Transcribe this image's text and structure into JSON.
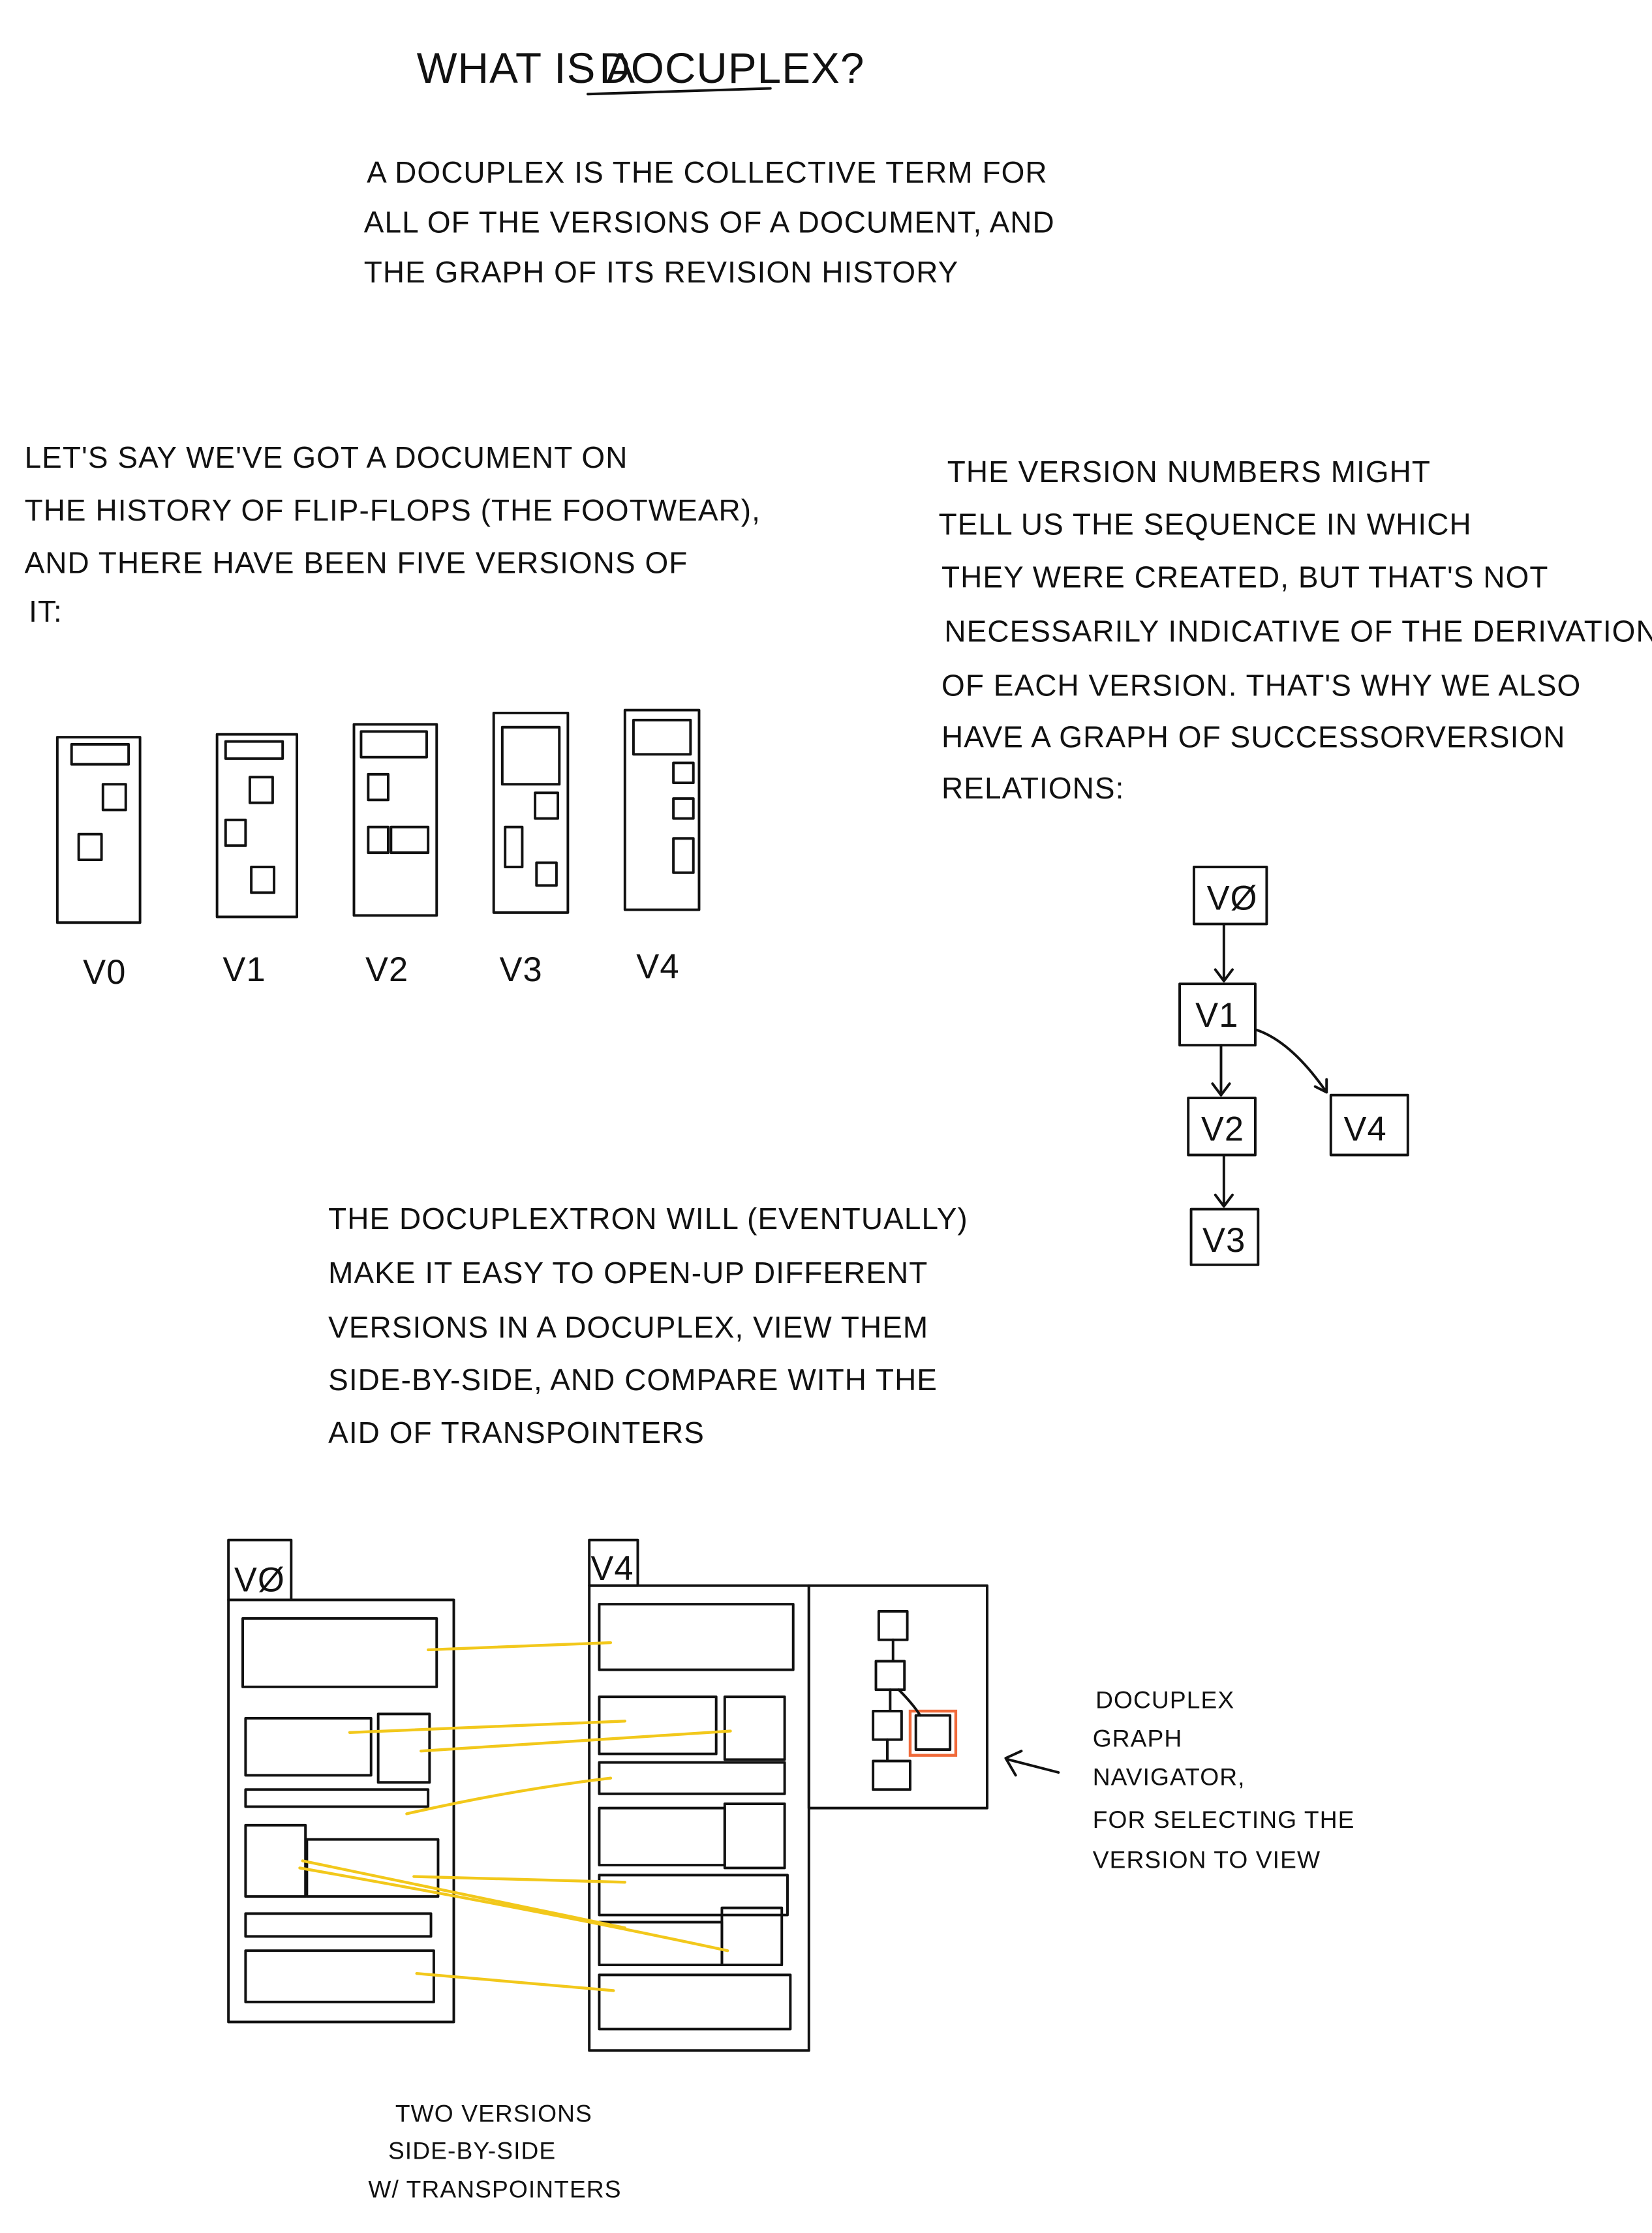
{
  "title": {
    "prefix": "What is a",
    "emphasis": "Docuplex?"
  },
  "definition": {
    "lines": [
      "A docuplex is the collective term for",
      "all of the versions of a document, and",
      "the graph of its revision history"
    ]
  },
  "example": {
    "lines": [
      "Let's say we've got a document on",
      "the history of flip-flops (the footwear),",
      "and there have been five versions of",
      "it:"
    ],
    "versions": [
      "V0",
      "V1",
      "V2",
      "V3",
      "V4"
    ]
  },
  "graph_note": {
    "lines": [
      "The version numbers might",
      "tell us the sequence in which",
      "they were created, but that's not",
      "necessarily indicative of the derivation",
      "of each version. That's why we also",
      "have a graph of successorVersion",
      "relations:"
    ],
    "nodes": [
      "VØ",
      "V1",
      "V2",
      "V3",
      "V4"
    ]
  },
  "docuplextron": {
    "lines": [
      "The Docuplextron will (eventually)",
      "make it easy to open-up different",
      "versions in a docuplex, view them",
      "side-by-side, and compare with the",
      "aid of transpointers"
    ]
  },
  "mockup": {
    "left_tab": "VØ",
    "right_tab": "V4",
    "navigator_caption": [
      "Docuplex",
      "graph",
      "navigator,",
      "for selecting the",
      "version to view"
    ],
    "bottom_caption": [
      "Two versions",
      "side-by-side",
      "w/ transpointers"
    ],
    "colors": {
      "transpointer": "#f2c81b",
      "selected": "#f06a3a"
    }
  }
}
